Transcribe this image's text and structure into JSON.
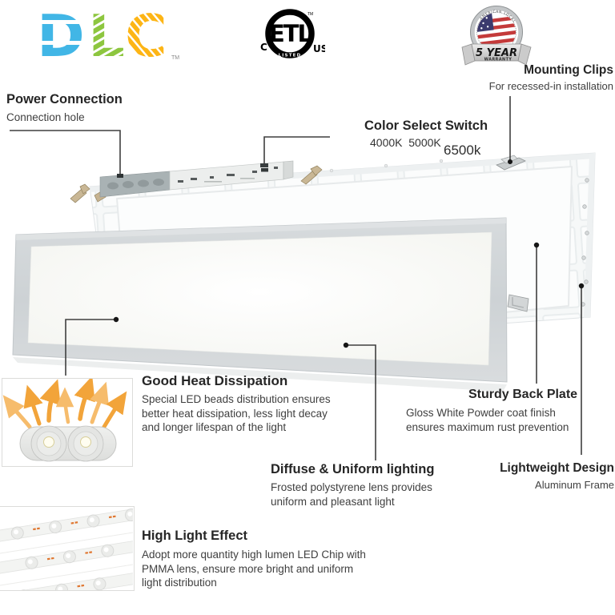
{
  "colors": {
    "dlc_blue": "#41b6e6",
    "dlc_green": "#8dc63f",
    "dlc_yellow": "#fdb515",
    "arrow_orange": "#f2a43a",
    "frame_gray": "#d3d7d9",
    "leader_line": "#3f3f3f",
    "flag_navy": "#3c3b6e",
    "flag_red": "#c43a3a",
    "clip_bronze": "#c9b795"
  },
  "logos": {
    "dlc": {
      "d": "D",
      "l": "L",
      "c": "C",
      "tm": "TM"
    },
    "etl": {
      "mark": "ETL",
      "c": "C",
      "us": "US",
      "listed": "LISTED",
      "tm": "TM"
    },
    "warranty": {
      "arc": "AMERICAN LOCAL BRAND",
      "line1": "5 YEAR",
      "line2": "WARRANTY"
    }
  },
  "callouts": {
    "power_connection": {
      "title": "Power Connection",
      "subtitle": "Connection hole"
    },
    "color_select": {
      "title": "Color Select Switch",
      "temps": "4000K  5000K",
      "temp_high": "6500k"
    },
    "mounting_clips": {
      "title": "Mounting Clips",
      "subtitle": "For recessed-in installation"
    },
    "good_heat_dissipation": {
      "title": "Good Heat Dissipation",
      "lines": [
        "Special LED beads distribution ensures",
        "better heat dissipation, less light decay",
        "and longer lifespan of the light"
      ]
    },
    "sturdy_back_plate": {
      "title": "Sturdy Back Plate",
      "lines": [
        "Gloss White Powder coat finish",
        "ensures maximum rust prevention"
      ]
    },
    "diffuse_uniform": {
      "title": "Diffuse & Uniform lighting",
      "lines": [
        "Frosted polystyrene lens provides",
        "uniform and pleasant light"
      ]
    },
    "lightweight_design": {
      "title": "Lightweight Design",
      "subtitle": "Aluminum Frame"
    },
    "high_light_effect": {
      "title": "High Light Effect",
      "lines": [
        "Adopt more quantity high lumen LED Chip with",
        "PMMA lens, ensure more bright and uniform",
        "light distribution"
      ]
    }
  }
}
